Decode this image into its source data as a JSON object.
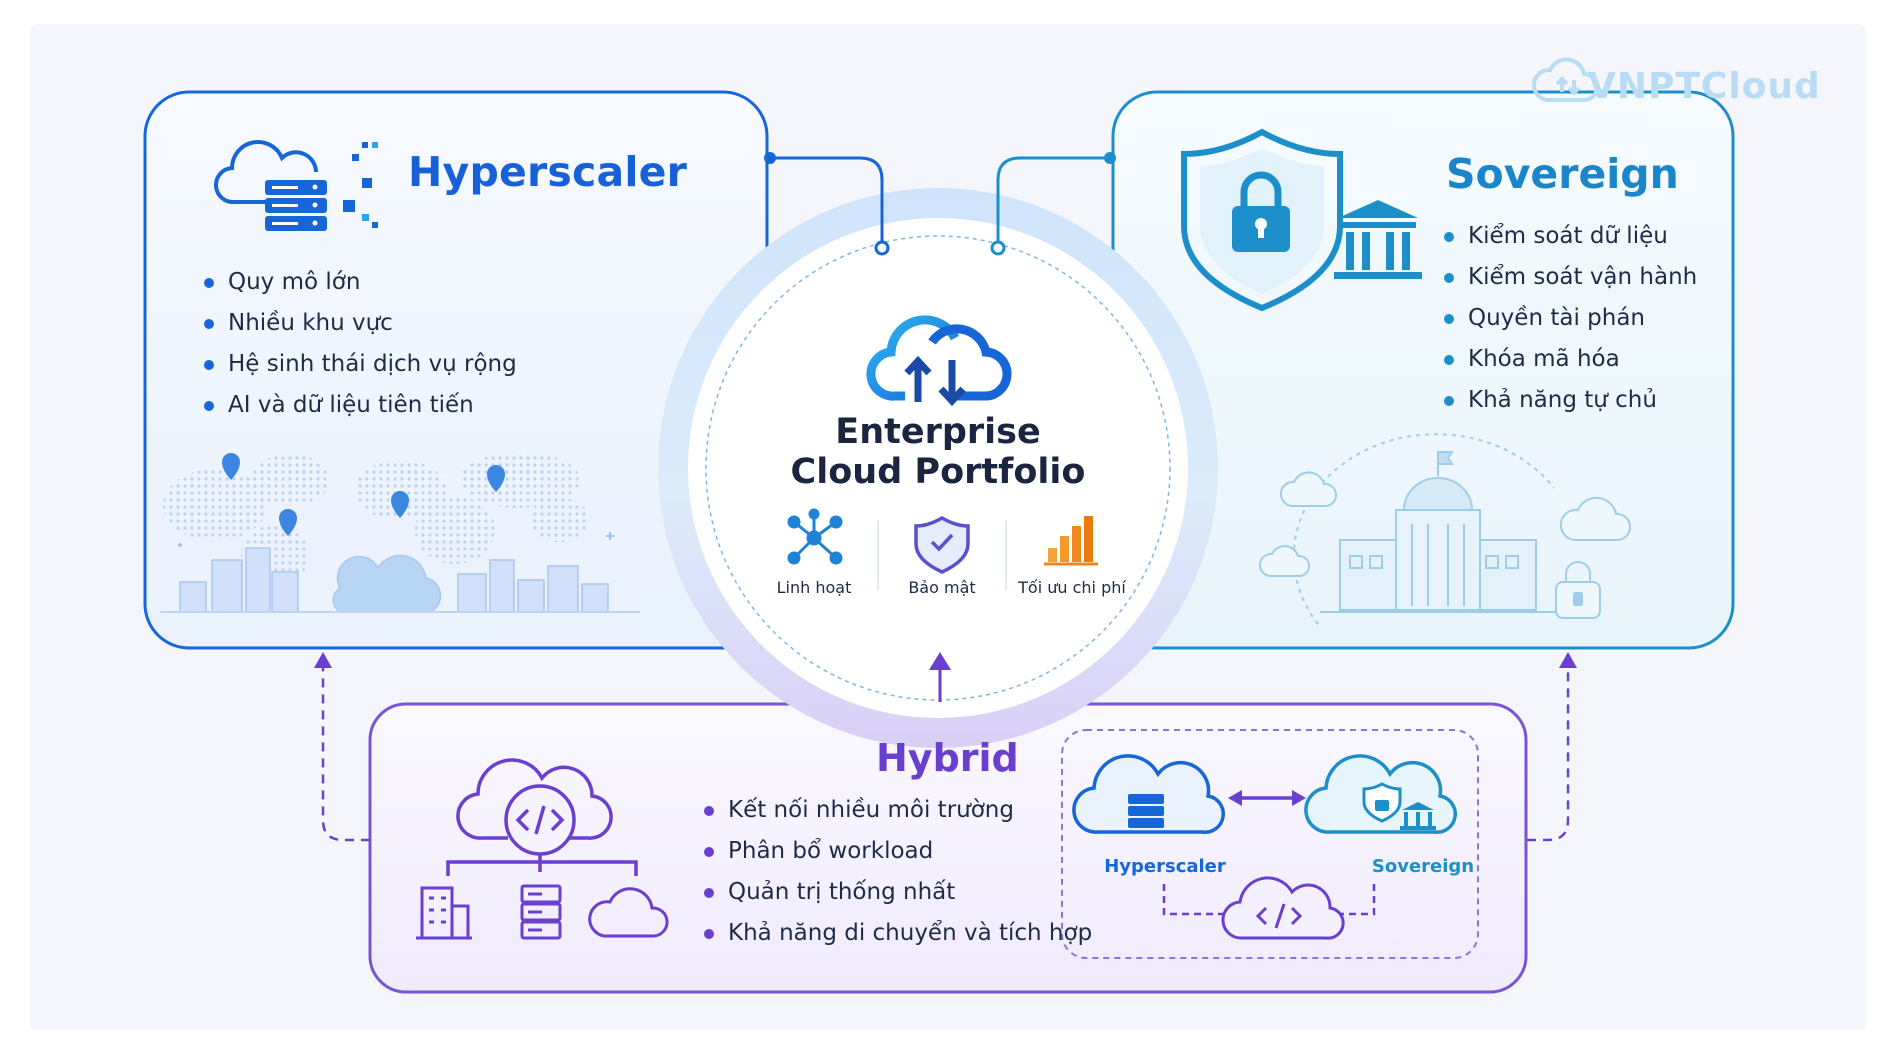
{
  "logo": {
    "text": "VNPTCloud"
  },
  "center": {
    "title_line1": "Enterprise",
    "title_line2": "Cloud Portfolio",
    "features": [
      {
        "label": "Linh hoạt",
        "icon": "network-nodes-icon"
      },
      {
        "label": "Bảo mật",
        "icon": "shield-check-icon"
      },
      {
        "label": "Tối ưu chi phí",
        "icon": "bar-chart-icon"
      }
    ]
  },
  "hyperscaler": {
    "title": "Hyperscaler",
    "items": [
      "Quy mô lớn",
      "Nhiều khu vực",
      "Hệ sinh thái dịch vụ rộng",
      "AI và dữ liệu tiên tiến"
    ]
  },
  "sovereign": {
    "title": "Sovereign",
    "items": [
      "Kiểm soát dữ liệu",
      "Kiểm soát vận hành",
      "Quyền tài phán",
      "Khóa mã hóa",
      "Khả năng tự chủ"
    ]
  },
  "hybrid": {
    "title": "Hybrid",
    "items": [
      "Kết nối nhiều môi trường",
      "Phân bổ workload",
      "Quản trị thống nhất",
      "Khả năng di chuyển và tích hợp"
    ],
    "diagram": {
      "left_label": "Hyperscaler",
      "right_label": "Sovereign"
    }
  },
  "colors": {
    "hyperscaler": "#1760d8",
    "sovereign": "#1a85c9",
    "hybrid": "#6a3fcf"
  }
}
